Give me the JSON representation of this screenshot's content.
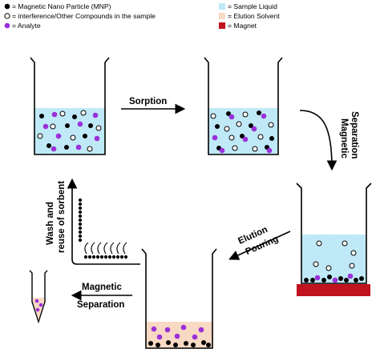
{
  "legend": {
    "left": [
      {
        "symbol": "mnp",
        "label": "= Magnetic Nano Particle (MNP)"
      },
      {
        "symbol": "interference",
        "label": "= interference/Other Compounds in the sample"
      },
      {
        "symbol": "analyte",
        "label": "= Analyte"
      }
    ],
    "right": [
      {
        "symbol": "sample-liquid",
        "label": "= Sample Liquid"
      },
      {
        "symbol": "elution-solvent",
        "label": "= Elution Solvent"
      },
      {
        "symbol": "magnet",
        "label": "= Magnet"
      }
    ]
  },
  "steps": {
    "sorption": "Sorption",
    "magnetic_separation_1_line1": "Magnetic",
    "magnetic_separation_1_line2": "Separation",
    "elution_line1": "Elution",
    "elution_line2": "Pouring",
    "wash_line1": "Wash and",
    "wash_line2": "reuse of sorbent",
    "magnetic_separation_2_line1": "Magnetic",
    "magnetic_separation_2_line2": "Separation"
  },
  "colors": {
    "mnp": "#000000",
    "interference": "#ffffff",
    "analyte": "#9b30d9",
    "sample_liquid": "#bfe9f7",
    "elution_solvent": "#f8d9c4",
    "magnet": "#c1121f"
  }
}
